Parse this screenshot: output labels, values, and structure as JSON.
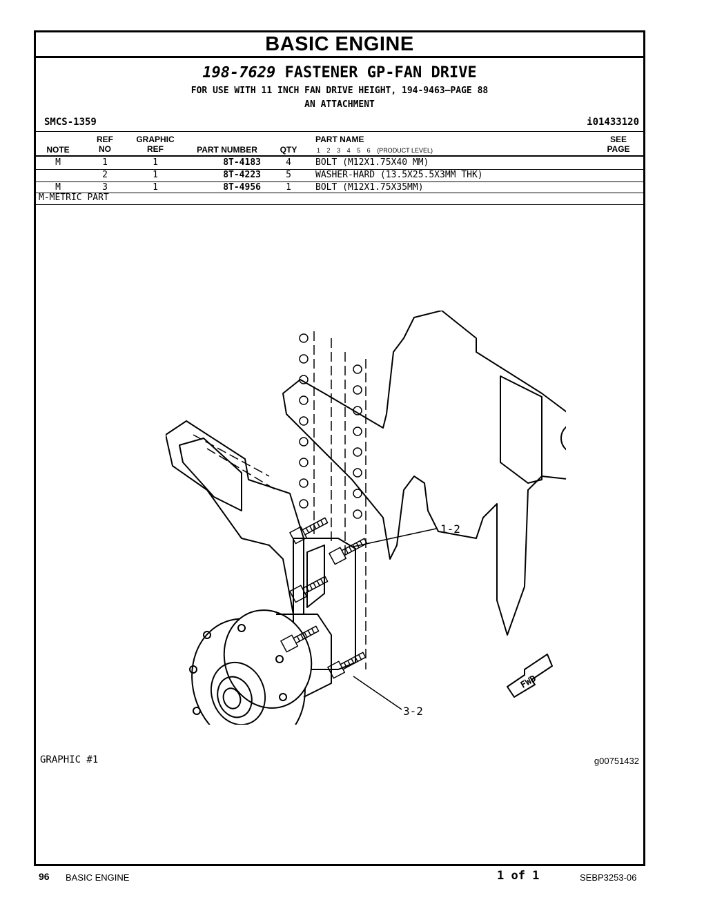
{
  "header": {
    "title": "BASIC ENGINE"
  },
  "group": {
    "number": "198-7629",
    "name": "FASTENER GP-FAN DRIVE",
    "use_line": "FOR USE WITH 11 INCH FAN DRIVE HEIGHT, 194-9463—PAGE 88",
    "attachment_line": "AN ATTACHMENT"
  },
  "smcs": "SMCS-1359",
  "ident": "i01433120",
  "table": {
    "headers": {
      "note": "NOTE",
      "ref_top": "REF",
      "ref_bottom": "NO",
      "graphic_top": "GRAPHIC",
      "graphic_bottom": "REF",
      "part_number": "PART NUMBER",
      "qty": "QTY",
      "part_name": "PART NAME",
      "levels": [
        "1",
        "2",
        "3",
        "4",
        "5",
        "6"
      ],
      "product_level": "(PRODUCT LEVEL)",
      "see_top": "SEE",
      "see_bottom": "PAGE"
    },
    "rows": [
      {
        "note": "M",
        "ref": "1",
        "graphic": "1",
        "part_number": "8T-4183",
        "qty": "4",
        "name": "BOLT (M12X1.75X40 MM)"
      },
      {
        "note": "",
        "ref": "2",
        "graphic": "1",
        "part_number": "8T-4223",
        "qty": "5",
        "name": "WASHER-HARD (13.5X25.5X3MM THK)"
      },
      {
        "note": "M",
        "ref": "3",
        "graphic": "1",
        "part_number": "8T-4956",
        "qty": "1",
        "name": "BOLT (M12X1.75X35MM)"
      }
    ],
    "footnote": "M-METRIC PART"
  },
  "graphic": {
    "label": "GRAPHIC #1",
    "id": "g00751432",
    "callouts": [
      "1-2",
      "3-2"
    ],
    "fwd_label": "FWD"
  },
  "footer": {
    "page_number": "96",
    "section": "BASIC ENGINE",
    "page_count": "1 of 1",
    "doc_number": "SEBP3253-06"
  }
}
